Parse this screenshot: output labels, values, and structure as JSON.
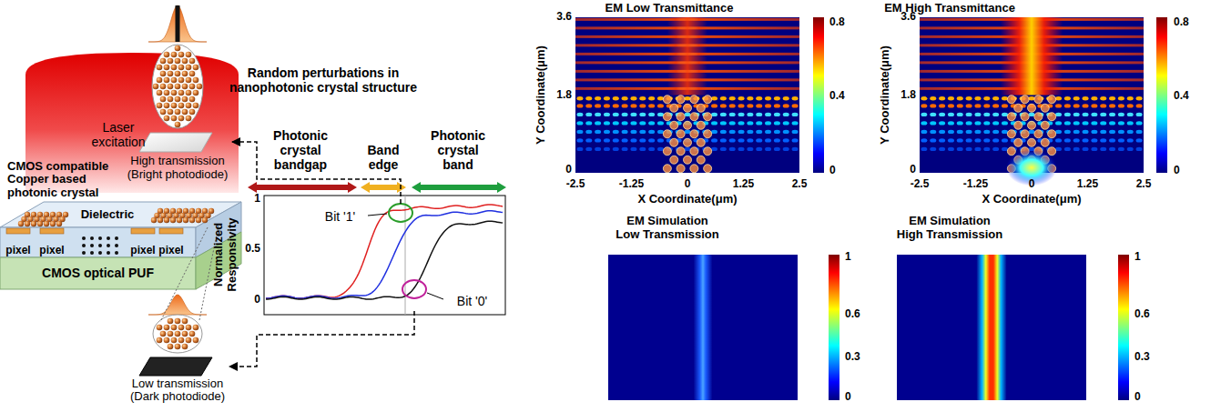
{
  "diagram": {
    "nodes": [
      {
        "text": [
          "Laser excitation"
        ]
      },
      {
        "text": [
          "High transmission (Bright photodiode)"
        ]
      },
      {
        "text": [
          "CMOS optical PUF"
        ]
      },
      {
        "text": [
          "Low transmission (Dark photodiode)"
        ]
      },
      {
        "text": [
          "Bit '1'"
        ]
      },
      {
        "text": [
          "Bit '0'"
        ]
      }
    ],
    "edges": [
      {
        "from": 4,
        "to": 1,
        "arrow": "to"
      },
      {
        "from": 5,
        "to": 3,
        "arrow": "to"
      }
    ],
    "labels": [
      "CMOS compatible Copper based photonic crystal",
      "Dielectric",
      "pixel",
      "pixel",
      "pixel",
      "pixel",
      "Random perturbations in nanophotonic crystal structure",
      "Photonic crystal bandgap",
      "Band edge",
      "Photonic crystal band",
      "Normalized Responsivity",
      "1",
      "0.5",
      "0",
      "EM Low Transmittance",
      "3.6",
      "1.8",
      "0",
      "-2.5",
      "-1.25",
      "0",
      "1.25",
      "2.5",
      "Y Coordinate(μm)",
      "X Coordinate(μm)",
      "0.8",
      "0.4",
      "0",
      "EM High Transmittance",
      "3.6",
      "1.8",
      "0",
      "-2.5",
      "-1.25",
      "0",
      "1.25",
      "2.5",
      "Y Coordinate(μm)",
      "X Coordinate(μm)",
      "0.8",
      "0.4",
      "0",
      "EM Simulation Low Transmission",
      "1",
      "0.6",
      "0.3",
      "0",
      "EM Simulation High Transmission",
      "1",
      "0.6",
      "0.3",
      "0"
    ]
  }
}
